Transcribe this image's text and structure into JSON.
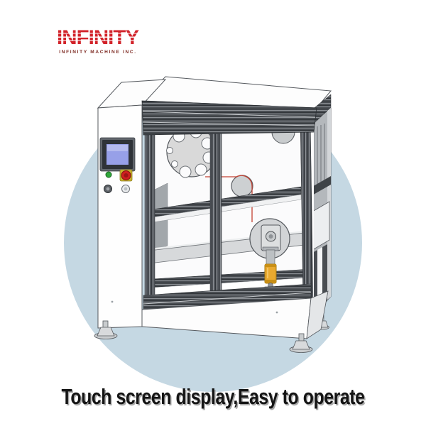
{
  "brand": {
    "name": "INFINITY",
    "subtitle": "INFINITY MACHINE INC."
  },
  "caption": "Touch screen display,Easy to operate",
  "colors": {
    "brand_red": "#d2232a",
    "brand_sub": "#7d2a22",
    "circle_blue": "#c5d8e3",
    "screen_blue": "#97a0e8",
    "wire_red": "#c44232",
    "damper_yellow": "#e9a92f",
    "led_green": "#2fa73a",
    "estop_red": "#cf1f1f",
    "caption_color": "#151515",
    "caption_shadow": "#a8a8a8",
    "frame_dark": "#4a4e53",
    "machine_light": "#d9d9d9"
  }
}
